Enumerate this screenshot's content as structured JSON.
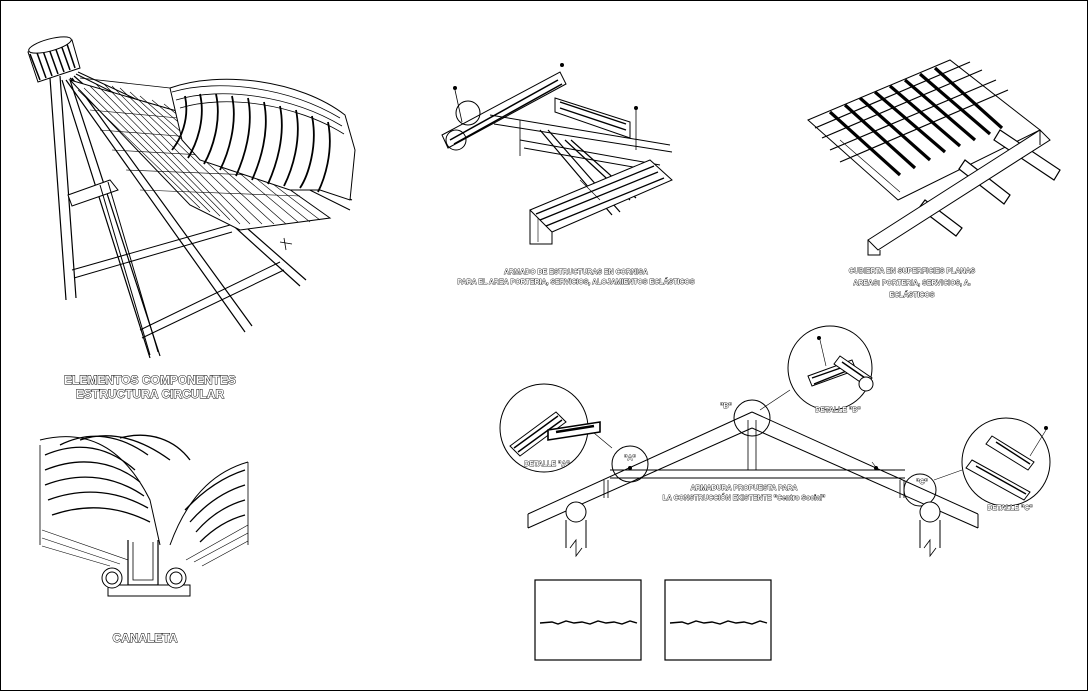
{
  "labels": {
    "circular_line1": "ELEMENTOS COMPONENTES",
    "circular_line2": "ESTRUCTURA CIRCULAR",
    "canaleta": "CANALETA",
    "cornice_line1": "ARMADO DE ESTRUCTURAS EN CORNISA",
    "cornice_line2": "PARA EL AREA PORTERIA, SERVICIOS, ALOJAMIENTOS ECLÁSTICOS",
    "flat_line1": "CUBIERTA EN SUPERFICIES PLANAS",
    "flat_line2": "AREAS: PORTERIA, SERVICIOS, A.",
    "flat_line3": "ECLÁSTICOS",
    "truss_line1": "ARMADURA PROPUESTA PARA",
    "truss_line2": "LA CONSTRUCCIÓN EXISTENTE \"Centro Social\"",
    "detail_a": "DETALLE \"A\"",
    "detail_b": "DETALLE \"B\"",
    "detail_c": "DETALLE \"C\"",
    "mark_a": "\"A\"",
    "mark_b": "\"B\"",
    "mark_c": "\"C\""
  },
  "colors": {
    "ink": "#000000",
    "paper": "#ffffff"
  }
}
